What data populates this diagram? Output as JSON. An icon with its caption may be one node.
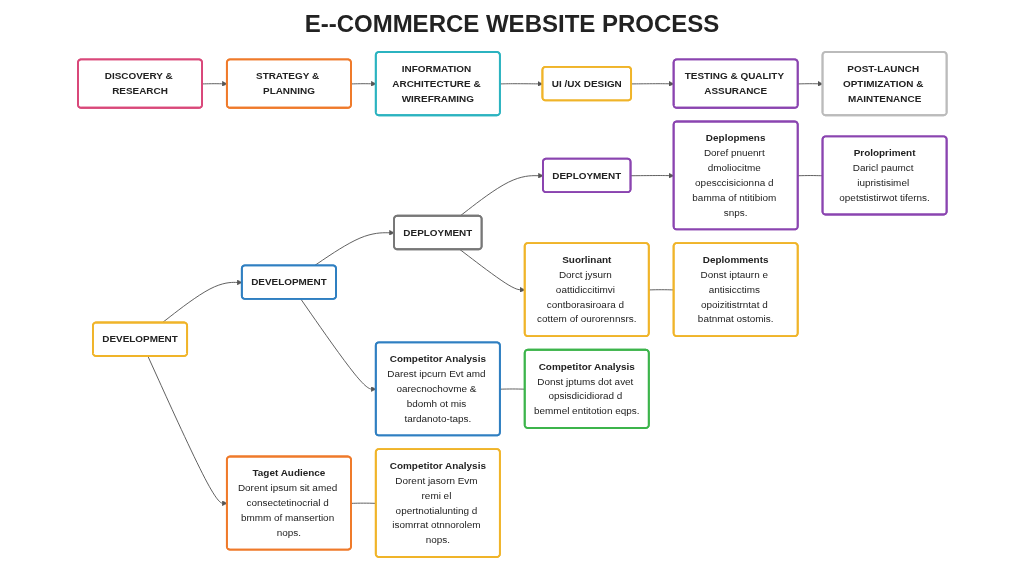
{
  "diagram": {
    "title": "E--COMMERCE WEBSITE PROCESS",
    "nodes": [
      {
        "text": [
          "DISCOVERY & RESEARCH"
        ]
      },
      {
        "text": [
          "STRATEGY & PLANNING"
        ]
      },
      {
        "text": [
          "INFORMATION ARCHITECTURE & WIREFRAMING"
        ]
      },
      {
        "text": [
          "UI /UX DESIGN"
        ]
      },
      {
        "text": [
          "TESTING & QUALITY ASSURANCE"
        ]
      },
      {
        "text": [
          "POST-LAUNCH OPTIMIZATION & MAINTENANCE"
        ]
      },
      {
        "text": [
          "DEVELOPMENT"
        ]
      },
      {
        "text": [
          "DEVELOPMENT"
        ]
      },
      {
        "text": [
          "DEPLOYMENT"
        ]
      },
      {
        "text": [
          "DEPLOYMENT"
        ]
      },
      {
        "text": [
          "Taget Audience",
          "Dorent ipsum sit amed consectetinocrial d bmmm of mansertion nops."
        ]
      },
      {
        "text": [
          "Competitor Analysis",
          "Dorent jasorn Evm remi el opertnotialunting d isomrrat otnnorolem nops."
        ]
      },
      {
        "text": [
          "Competitor Analysis",
          "Darest ipcurn Evt amd oarecnochovme & bdomh ot mis tardanoto-taps."
        ]
      },
      {
        "text": [
          "Competitor Analysis",
          "Donst jptums dot avet opsisdicidiorad d bemmel entitotion eqps."
        ]
      },
      {
        "text": [
          "Suorlinant",
          "Dorct jysurn oattidiccitimvi contborasiroara d cottem of ourorennsrs."
        ]
      },
      {
        "text": [
          "Deplomments",
          "Donst iptaurn e antisicctims opoizitistrntat d batnmat ostomis."
        ]
      },
      {
        "text": [
          "Deplopmens",
          "Doref pnuenrt dmoliocitme opesccisicionna d bamma of ntitibiom snps."
        ]
      },
      {
        "text": [
          "Prolopriment",
          "Daricl paumct iupristisimel opetstistirwot tiferns."
        ]
      }
    ],
    "edges": [
      {
        "from": 0,
        "to": 1,
        "arrow": "to"
      },
      {
        "from": 1,
        "to": 2,
        "arrow": "to"
      },
      {
        "from": 2,
        "to": 3,
        "arrow": "to"
      },
      {
        "from": 3,
        "to": 4,
        "arrow": "to"
      },
      {
        "from": 4,
        "to": 5,
        "arrow": "to"
      },
      {
        "from": 6,
        "to": 7,
        "arrow": "to"
      },
      {
        "from": 7,
        "to": 8,
        "arrow": "to"
      },
      {
        "from": 8,
        "to": 9,
        "arrow": "to"
      },
      {
        "from": 6,
        "to": 10,
        "arrow": "to"
      },
      {
        "from": 10,
        "to": 11,
        "arrow": "none"
      },
      {
        "from": 7,
        "to": 12,
        "arrow": "to"
      },
      {
        "from": 12,
        "to": 13,
        "arrow": "none"
      },
      {
        "from": 8,
        "to": 14,
        "arrow": "to"
      },
      {
        "from": 14,
        "to": 15,
        "arrow": "none"
      },
      {
        "from": 9,
        "to": 16,
        "arrow": "to"
      },
      {
        "from": 16,
        "to": 17,
        "arrow": "none"
      }
    ]
  }
}
